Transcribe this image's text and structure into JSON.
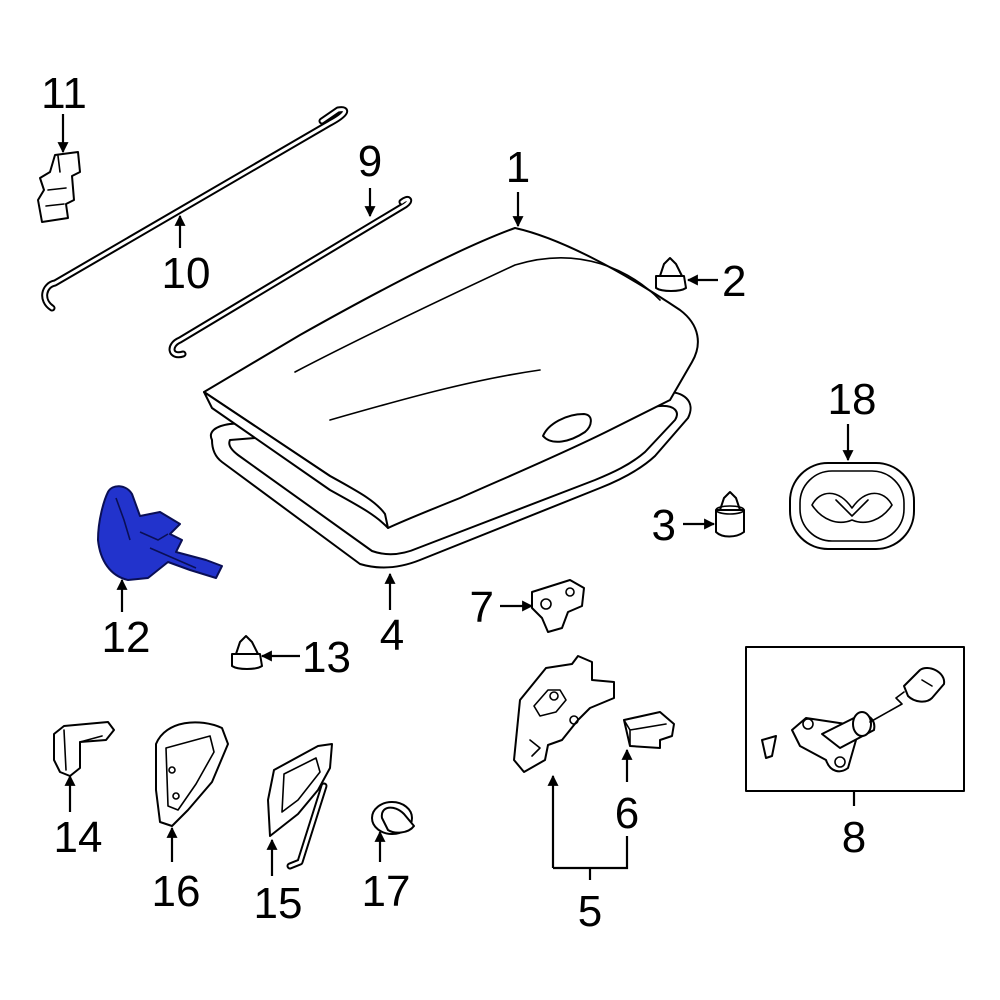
{
  "diagram": {
    "highlight_color": "#2233cc",
    "line_color": "#000000",
    "background": "#ffffff",
    "callouts": {
      "c1": "1",
      "c2": "2",
      "c3": "3",
      "c4": "4",
      "c5": "5",
      "c6": "6",
      "c7": "7",
      "c8": "8",
      "c9": "9",
      "c10": "10",
      "c11": "11",
      "c12": "12",
      "c13": "13",
      "c14": "14",
      "c15": "15",
      "c16": "16",
      "c17": "17",
      "c18": "18"
    }
  }
}
